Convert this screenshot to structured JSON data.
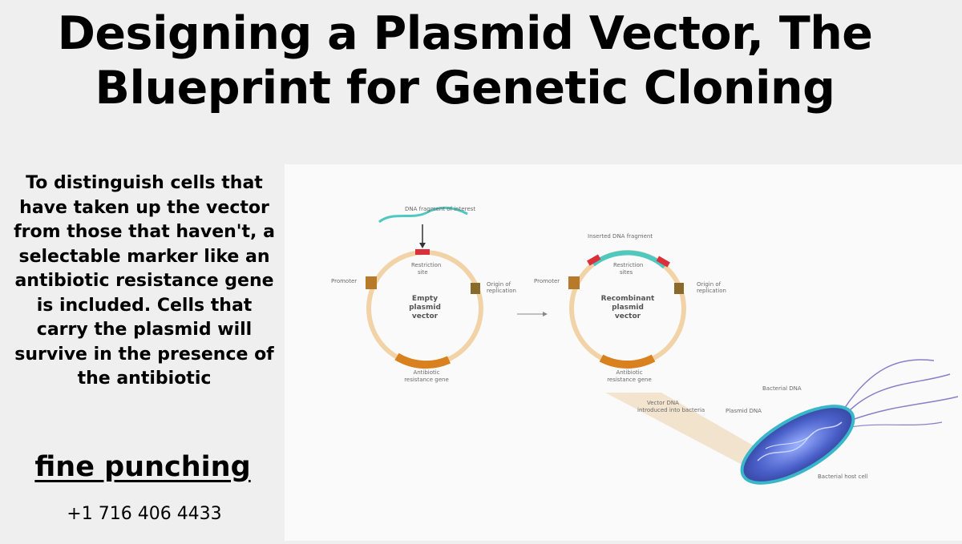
{
  "title": {
    "line1": "Designing a Plasmid Vector, The",
    "line2": "Blueprint for Genetic Cloning"
  },
  "body_text": {
    "lines": [
      "To distinguish cells that",
      "have taken up the vector",
      "from those that haven't, a",
      "selectable marker like an",
      "antibiotic resistance gene",
      "is included. Cells that",
      "carry the plasmid will",
      "survive in the presence of",
      "the antibiotic"
    ]
  },
  "brand": "fine punching",
  "phone": "+1 716 406 4433",
  "diagram": {
    "left_plasmid": {
      "dna_fragment": "DNA fragment of interest",
      "restriction_site": [
        "Restriction",
        "site"
      ],
      "promoter": "Promoter",
      "origin": [
        "Origin of",
        "replication"
      ],
      "center": [
        "Empty",
        "plasmid",
        "vector"
      ],
      "resistance": [
        "Antibiotic",
        "resistance gene"
      ]
    },
    "right_plasmid": {
      "inserted_fragment": "Inserted DNA fragment",
      "restriction_sites": [
        "Restriction",
        "sites"
      ],
      "promoter": "Promoter",
      "origin": [
        "Origin of",
        "replication"
      ],
      "center": [
        "Recombinant",
        "plasmid",
        "vector"
      ],
      "resistance": [
        "Antibiotic",
        "resistance gene"
      ]
    },
    "bacterium": {
      "bacterial_dna": "Bacterial DNA",
      "vector_dna": [
        "Vector DNA",
        "introduced into bacteria"
      ],
      "plasmid_dna": "Plasmid DNA",
      "host_cell": "Bacterial host cell"
    },
    "colors": {
      "ring": "#f2d3a8",
      "restriction": "#d9303a",
      "fragment": "#4fc9bf",
      "promoter": "#b67a2a",
      "origin": "#8a6a2a",
      "resistance": "#d9801f",
      "bacterium": "#4a5fc9"
    }
  }
}
